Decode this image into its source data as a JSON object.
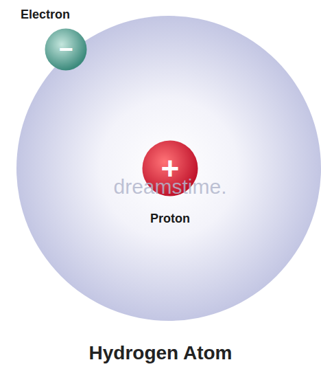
{
  "diagram": {
    "title": "Hydrogen Atom",
    "nodes": [
      {
        "text": [
          "Electron",
          "−"
        ]
      },
      {
        "text": [
          "+",
          "Proton"
        ]
      }
    ],
    "labels": [
      "dreamstime."
    ]
  }
}
